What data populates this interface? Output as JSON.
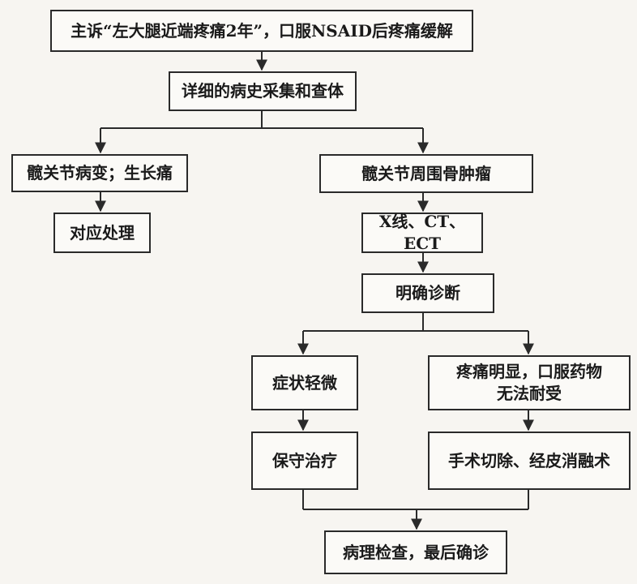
{
  "flowchart": {
    "chief_complaint": "主诉“左大腿近端疼痛2年”，口服NSAID后疼痛缓解",
    "history_exam": "详细的病史采集和查体",
    "hip_or_growth": "髋关节病变；生长痛",
    "corresponding_treatment": "对应处理",
    "bone_tumor": "髋关节周围骨肿瘤",
    "imaging": "X线、CT、ECT",
    "definite_diagnosis": "明确诊断",
    "mild_symptoms": "症状轻微",
    "severe_pain_line1": "疼痛明显，口服药物",
    "severe_pain_line2": "无法耐受",
    "conservative": "保守治疗",
    "surgery": "手术切除、经皮消融术",
    "pathology": "病理检查，最后确诊"
  }
}
